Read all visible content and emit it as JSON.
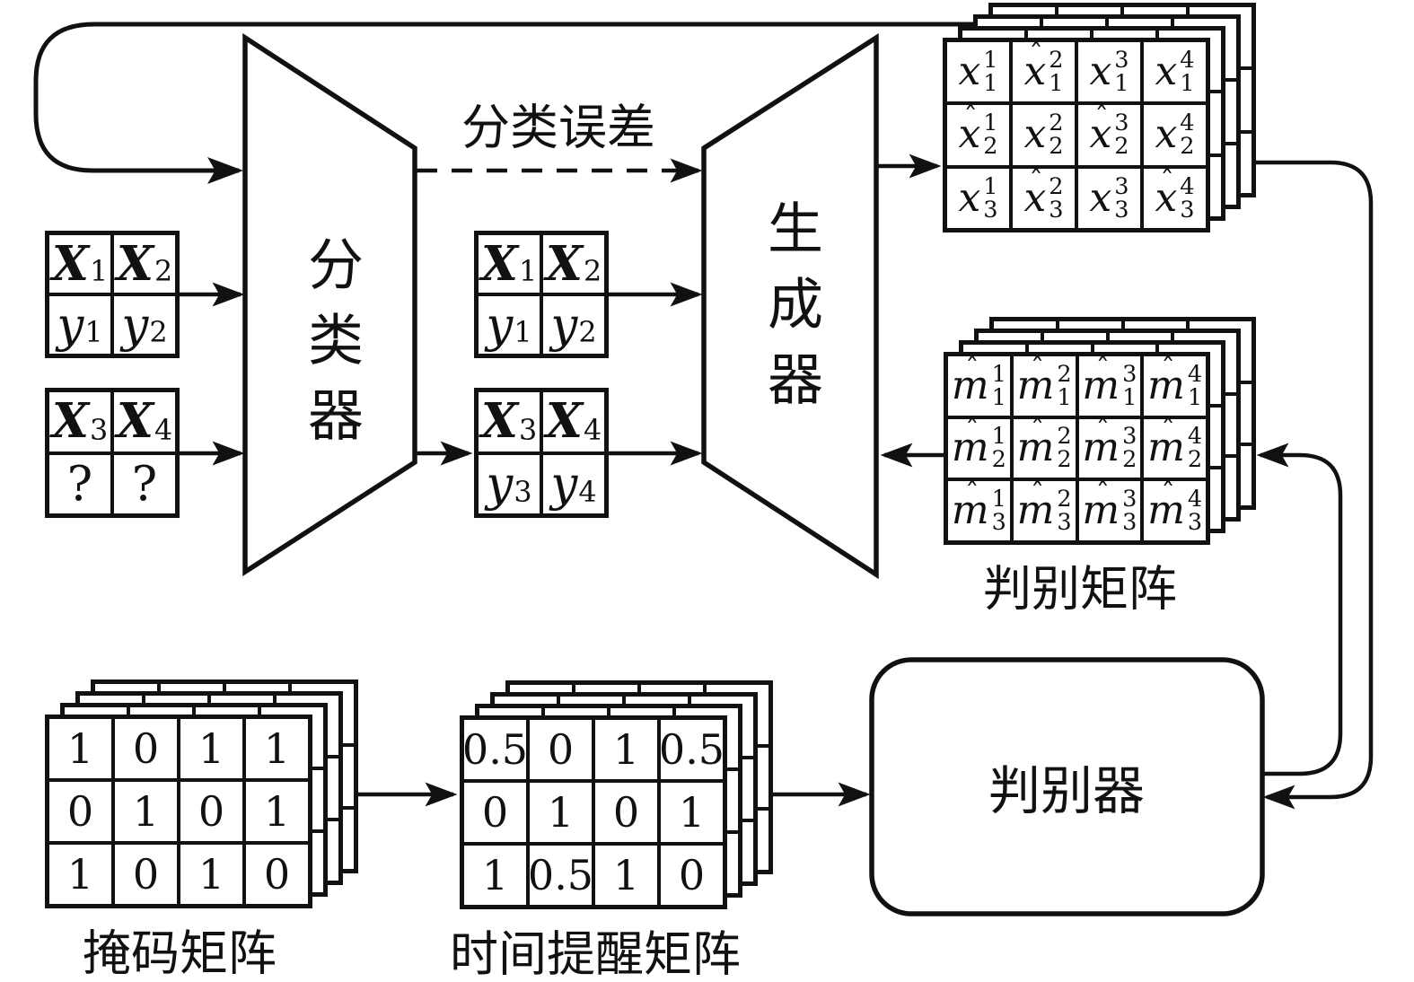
{
  "labels": {
    "classifier": "分类器",
    "generator": "生成器",
    "discriminator": "判别器",
    "classification_error": "分类误差",
    "discrimination_matrix": "判别矩阵",
    "mask_matrix": "掩码矩阵",
    "time_reminder_matrix": "时间提醒矩阵"
  },
  "matrices": {
    "matrix_a": {
      "rows": [
        [
          {
            "b": "X",
            "bold": 1,
            "sub": "1"
          },
          {
            "b": "X",
            "bold": 1,
            "sub": "2"
          }
        ],
        [
          {
            "b": "y",
            "sub": "1"
          },
          {
            "b": "y",
            "sub": "2"
          }
        ]
      ]
    },
    "matrix_b": {
      "rows": [
        [
          {
            "b": "X",
            "bold": 1,
            "sub": "3"
          },
          {
            "b": "X",
            "bold": 1,
            "sub": "4"
          }
        ],
        [
          {
            "b": "?",
            "up": 1
          },
          {
            "b": "?",
            "up": 1
          }
        ]
      ]
    },
    "matrix_c": {
      "rows": [
        [
          {
            "b": "X",
            "bold": 1,
            "sub": "1"
          },
          {
            "b": "X",
            "bold": 1,
            "sub": "2"
          }
        ],
        [
          {
            "b": "y",
            "sub": "1"
          },
          {
            "b": "y",
            "sub": "2"
          }
        ]
      ]
    },
    "matrix_d": {
      "rows": [
        [
          {
            "b": "X",
            "bold": 1,
            "sub": "3"
          },
          {
            "b": "X",
            "bold": 1,
            "sub": "4"
          }
        ],
        [
          {
            "b": "y",
            "sub": "3"
          },
          {
            "b": "y",
            "sub": "4"
          }
        ]
      ]
    },
    "xhat_matrix": {
      "rows": [
        [
          {
            "b": "x",
            "sub": "1",
            "sup": "1"
          },
          {
            "b": "x",
            "hat": 1,
            "sub": "1",
            "sup": "2"
          },
          {
            "b": "x",
            "sub": "1",
            "sup": "3"
          },
          {
            "b": "x",
            "sub": "1",
            "sup": "4"
          }
        ],
        [
          {
            "b": "x",
            "hat": 1,
            "sub": "2",
            "sup": "1"
          },
          {
            "b": "x",
            "sub": "2",
            "sup": "2"
          },
          {
            "b": "x",
            "hat": 1,
            "sub": "2",
            "sup": "3"
          },
          {
            "b": "x",
            "sub": "2",
            "sup": "4"
          }
        ],
        [
          {
            "b": "x",
            "sub": "3",
            "sup": "1"
          },
          {
            "b": "x",
            "hat": 1,
            "sub": "3",
            "sup": "2"
          },
          {
            "b": "x",
            "sub": "3",
            "sup": "3"
          },
          {
            "b": "x",
            "hat": 1,
            "sub": "3",
            "sup": "4"
          }
        ]
      ]
    },
    "mhat_matrix": {
      "rows": [
        [
          {
            "b": "m",
            "hat": 1,
            "sub": "1",
            "sup": "1"
          },
          {
            "b": "m",
            "hat": 1,
            "sub": "1",
            "sup": "2"
          },
          {
            "b": "m",
            "hat": 1,
            "sub": "1",
            "sup": "3"
          },
          {
            "b": "m",
            "hat": 1,
            "sub": "1",
            "sup": "4"
          }
        ],
        [
          {
            "b": "m",
            "hat": 1,
            "sub": "2",
            "sup": "1"
          },
          {
            "b": "m",
            "hat": 1,
            "sub": "2",
            "sup": "2"
          },
          {
            "b": "m",
            "hat": 1,
            "sub": "2",
            "sup": "3"
          },
          {
            "b": "m",
            "hat": 1,
            "sub": "2",
            "sup": "4"
          }
        ],
        [
          {
            "b": "m",
            "hat": 1,
            "sub": "3",
            "sup": "1"
          },
          {
            "b": "m",
            "hat": 1,
            "sub": "3",
            "sup": "2"
          },
          {
            "b": "m",
            "hat": 1,
            "sub": "3",
            "sup": "3"
          },
          {
            "b": "m",
            "hat": 1,
            "sub": "3",
            "sup": "4"
          }
        ]
      ]
    },
    "mask_matrix": {
      "rows": [
        [
          "1",
          "0",
          "1",
          "1"
        ],
        [
          "0",
          "1",
          "0",
          "1"
        ],
        [
          "1",
          "0",
          "1",
          "0"
        ]
      ]
    },
    "time_matrix": {
      "rows": [
        [
          "0.5",
          "0",
          "1",
          "0.5"
        ],
        [
          "0",
          "1",
          "0",
          "1"
        ],
        [
          "1",
          "0.5",
          "1",
          "0"
        ]
      ]
    }
  }
}
